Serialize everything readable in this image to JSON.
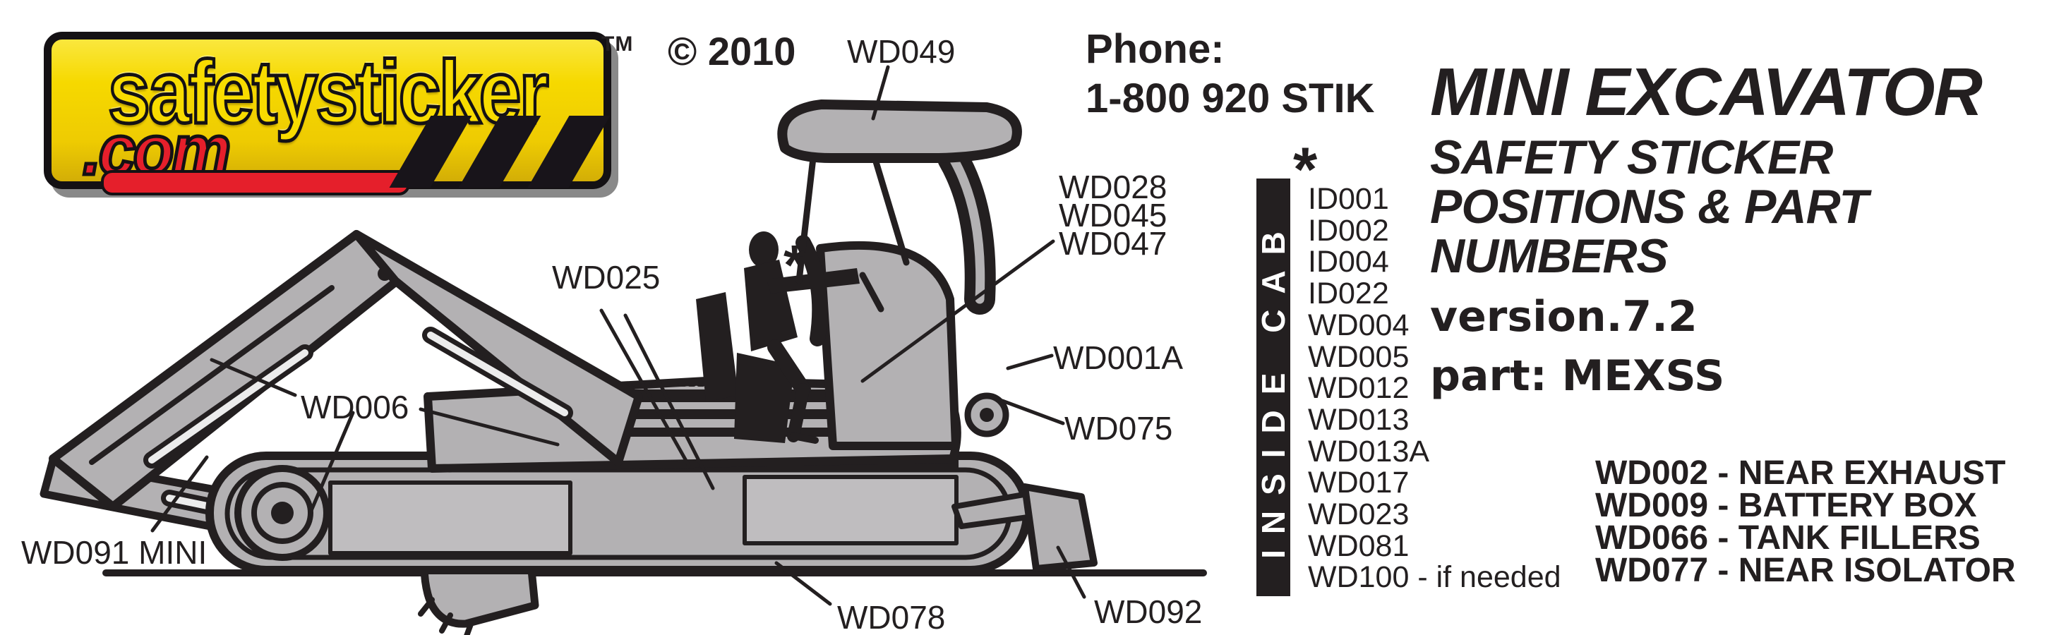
{
  "logo": {
    "brand": "safetysticker",
    "suffix": ".com",
    "tm": "TM"
  },
  "copyright": "© 2010",
  "phone": {
    "label": "Phone:",
    "number": "1-800 920 STIK"
  },
  "title": {
    "line1": "MINI EXCAVATOR",
    "line2": "SAFETY STICKER",
    "line3": "POSITIONS & PART",
    "line4": "NUMBERS",
    "version": "version.7.2",
    "part": "part: MEXSS"
  },
  "inside_cab": {
    "header": "INSIDE CAB",
    "marker": "*",
    "items": [
      "ID001",
      "ID002",
      "ID004",
      "ID022",
      "WD004",
      "WD005",
      "WD012",
      "WD013",
      "WD013A",
      "WD017",
      "WD023",
      "WD081",
      "WD100 - if needed"
    ]
  },
  "machine_marker": "*",
  "callouts": [
    {
      "text": "WD049"
    },
    {
      "text": "WD025"
    },
    {
      "text": "WD028"
    },
    {
      "text": "WD045"
    },
    {
      "text": "WD047"
    },
    {
      "text": "WD001A"
    },
    {
      "text": "WD075"
    },
    {
      "text": "WD006"
    },
    {
      "text": "WD091 MINI"
    },
    {
      "text": "WD078"
    },
    {
      "text": "WD092"
    }
  ],
  "other_positions": [
    "WD002 - NEAR EXHAUST",
    "WD009 - BATTERY BOX",
    "WD066 - TANK FILLERS",
    "WD077 - NEAR ISOLATOR"
  ],
  "colors": {
    "ink": "#231f20",
    "machine_gray": "#b3b1b3",
    "logo_yellow": "#f6d900",
    "logo_red": "#e51f2b"
  }
}
